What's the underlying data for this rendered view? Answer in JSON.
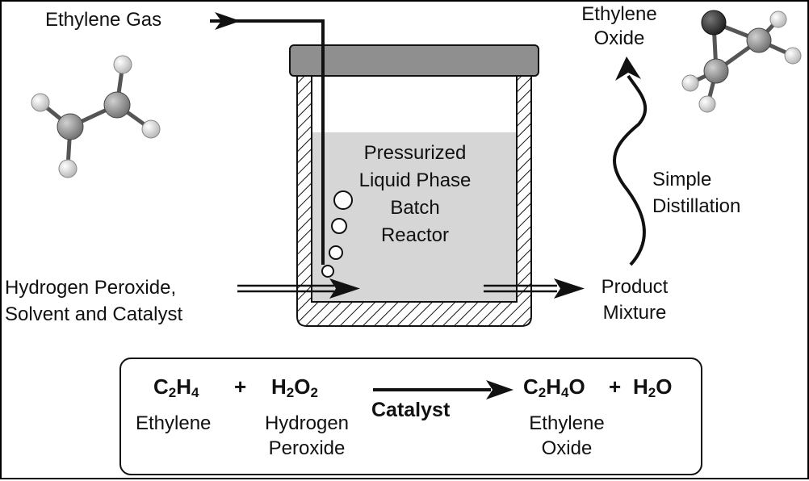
{
  "inputs": {
    "ethylene_gas": "Ethylene Gas",
    "feed_line1": "Hydrogen Peroxide,",
    "feed_line2": "Solvent and Catalyst"
  },
  "reactor": {
    "line1": "Pressurized",
    "line2": "Liquid Phase",
    "line3": "Batch",
    "line4": "Reactor"
  },
  "outputs": {
    "product_line1": "Product",
    "product_line2": "Mixture",
    "distillation_line1": "Simple",
    "distillation_line2": "Distillation",
    "oxide_line1": "Ethylene",
    "oxide_line2": "Oxide"
  },
  "equation": {
    "reactant1": {
      "parts": [
        {
          "t": "C"
        },
        {
          "t": "2",
          "sub": true
        },
        {
          "t": "H"
        },
        {
          "t": "4",
          "sub": true
        }
      ],
      "name": "Ethylene"
    },
    "plus1": "+",
    "reactant2": {
      "parts": [
        {
          "t": "H"
        },
        {
          "t": "2",
          "sub": true
        },
        {
          "t": "O"
        },
        {
          "t": "2",
          "sub": true
        }
      ],
      "name_line1": "Hydrogen",
      "name_line2": "Peroxide"
    },
    "catalyst": "Catalyst",
    "product1": {
      "parts": [
        {
          "t": "C"
        },
        {
          "t": "2",
          "sub": true
        },
        {
          "t": "H"
        },
        {
          "t": "4",
          "sub": true
        },
        {
          "t": "O"
        }
      ],
      "name_line1": "Ethylene",
      "name_line2": "Oxide"
    },
    "plus2": "+",
    "product2": {
      "parts": [
        {
          "t": "H"
        },
        {
          "t": "2",
          "sub": true
        },
        {
          "t": "O"
        }
      ]
    }
  },
  "colors": {
    "ink": "#111111",
    "liquid": "#d6d6d6",
    "lid": "#8f8f8f",
    "atom_carbon": "#8a8a8a",
    "atom_hydrogen": "#dcdcdc",
    "atom_oxygen": "#3a3a3a"
  },
  "molecules": {
    "left": "ethylene-molecule",
    "right": "ethylene-oxide-molecule"
  }
}
